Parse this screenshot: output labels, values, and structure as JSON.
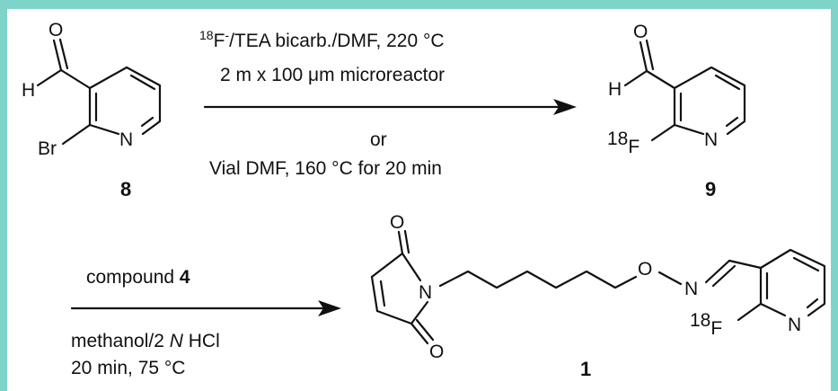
{
  "diagram": {
    "step1": {
      "reagent_iso": "18",
      "reagent_rest": "F",
      "reagent_charge": "-",
      "reagent_tail": "/TEA bicarb./DMF, 220 °C",
      "line2": "2 m x 100 μm microreactor",
      "or": "or",
      "line4": "Vial DMF, 160 °C for 20 min"
    },
    "step2": {
      "reagent_prefix": "compound ",
      "reagent_bold": "4",
      "line2_prefix": "methanol/2 ",
      "line2_italic": "N",
      "line2_suffix": " HCl",
      "line3": "20 min, 75 °C"
    },
    "compounds": {
      "c8": "8",
      "c9": "9",
      "c1": "1"
    },
    "atoms": {
      "O": "O",
      "H": "H",
      "N": "N",
      "Br": "Br",
      "F": "F",
      "iso": "18"
    }
  }
}
